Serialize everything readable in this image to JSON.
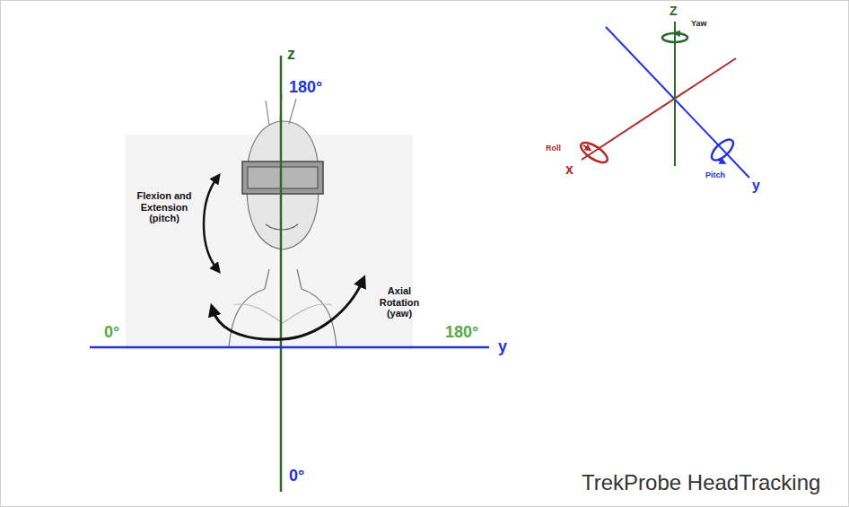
{
  "diagram": {
    "title": "TrekProbe HeadTracking",
    "labels": [
      "z",
      "180°",
      "0°",
      "0°",
      "180°",
      "y",
      "Flexion and Extension (pitch)",
      "Axial Rotation (yaw)",
      "Z",
      "Yaw",
      "Roll",
      "x",
      "Pitch",
      "y"
    ]
  }
}
